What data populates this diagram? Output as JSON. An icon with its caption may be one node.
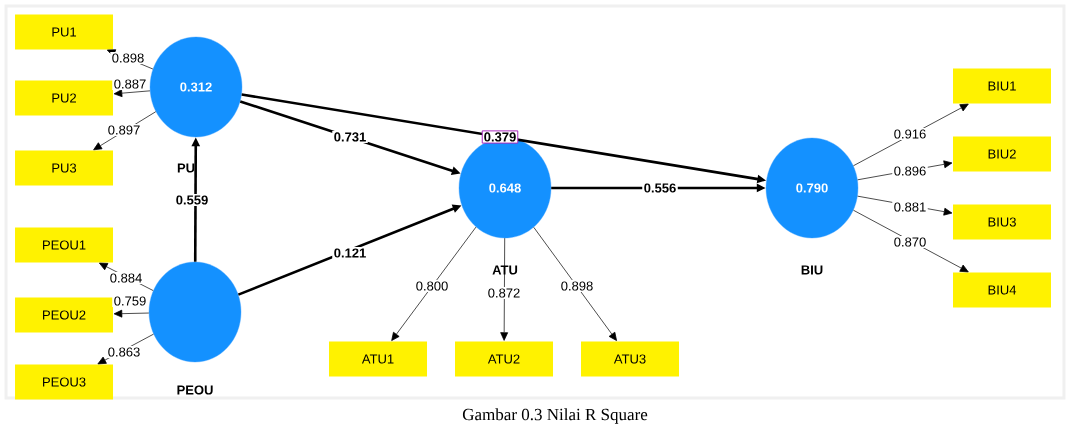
{
  "diagram": {
    "caption": "Gambar 0.3 Nilai R Square",
    "nodes": [
      {
        "text": [
          "PU1"
        ]
      },
      {
        "text": [
          "PU2"
        ]
      },
      {
        "text": [
          "PU3"
        ]
      },
      {
        "text": [
          "0.312"
        ],
        "beside": [
          "PU"
        ]
      },
      {
        "text": [
          "PEOU1"
        ]
      },
      {
        "text": [
          "PEOU2"
        ]
      },
      {
        "text": [
          "PEOU3"
        ]
      },
      {
        "text": [],
        "shape": "circle",
        "beside": [
          "PEOU"
        ]
      },
      {
        "text": [
          "0.648"
        ],
        "beside": [
          "ATU"
        ]
      },
      {
        "text": [
          "ATU1"
        ]
      },
      {
        "text": [
          "ATU2"
        ]
      },
      {
        "text": [
          "ATU3"
        ]
      },
      {
        "text": [
          "0.790"
        ],
        "beside": [
          "BIU"
        ]
      },
      {
        "text": [
          "BIU1"
        ]
      },
      {
        "text": [
          "BIU2"
        ]
      },
      {
        "text": [
          "BIU3"
        ]
      },
      {
        "text": [
          "BIU4"
        ]
      }
    ],
    "edges": [
      {
        "from": 3,
        "to": 0,
        "arrow": "to",
        "label": "0.898"
      },
      {
        "from": 3,
        "to": 1,
        "arrow": "to",
        "label": "0.887"
      },
      {
        "from": 3,
        "to": 2,
        "arrow": "to",
        "label": "0.897"
      },
      {
        "from": 7,
        "to": 4,
        "arrow": "to",
        "label": "0.884"
      },
      {
        "from": 7,
        "to": 5,
        "arrow": "to",
        "label": "0.759"
      },
      {
        "from": 7,
        "to": 6,
        "arrow": "to",
        "label": "0.863"
      },
      {
        "from": 7,
        "to": 3,
        "arrow": "to",
        "label": "0.559",
        "style": "thick"
      },
      {
        "from": 3,
        "to": 8,
        "arrow": "to",
        "label": "0.731",
        "style": "thick"
      },
      {
        "from": 3,
        "to": 12,
        "arrow": "to",
        "label": "0.379",
        "style": "thick"
      },
      {
        "from": 7,
        "to": 8,
        "arrow": "to",
        "label": "0.121",
        "style": "thick"
      },
      {
        "from": 8,
        "to": 12,
        "arrow": "to",
        "label": "0.556",
        "style": "thick"
      },
      {
        "from": 8,
        "to": 9,
        "arrow": "to",
        "label": "0.800"
      },
      {
        "from": 8,
        "to": 10,
        "arrow": "to",
        "label": "0.872"
      },
      {
        "from": 8,
        "to": 11,
        "arrow": "to",
        "label": "0.898"
      },
      {
        "from": 12,
        "to": 13,
        "arrow": "to",
        "label": "0.916"
      },
      {
        "from": 12,
        "to": 14,
        "arrow": "to",
        "label": "0.896"
      },
      {
        "from": 12,
        "to": 15,
        "arrow": "to",
        "label": "0.881"
      },
      {
        "from": 12,
        "to": 16,
        "arrow": "to",
        "label": "0.870"
      }
    ]
  }
}
